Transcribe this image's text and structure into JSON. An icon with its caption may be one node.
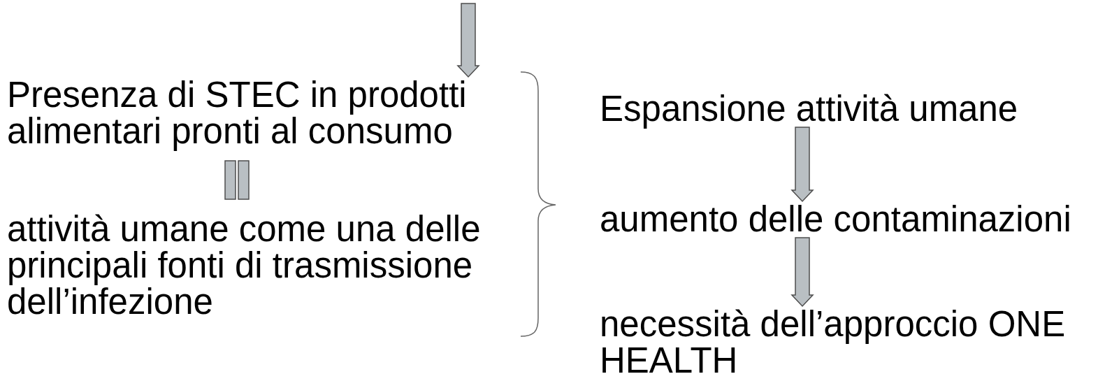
{
  "diagram": {
    "nodes": [
      {
        "text": [
          "Presenza di STEC in prodotti alimentari pronti al consumo"
        ]
      },
      {
        "text": [
          "attività umane come una delle principali fonti di trasmissione dell’infezione"
        ]
      },
      {
        "text": [
          "Espansione attività umane"
        ]
      },
      {
        "text": [
          "aumento delle contaminazioni"
        ]
      },
      {
        "text": [
          "necessità dell’approccio ONE HEALTH"
        ]
      }
    ],
    "edges": [
      {
        "from": null,
        "to": 0,
        "arrow": "to"
      },
      {
        "from": 2,
        "to": 3,
        "arrow": "to"
      },
      {
        "from": 3,
        "to": 4,
        "arrow": "to"
      }
    ]
  }
}
